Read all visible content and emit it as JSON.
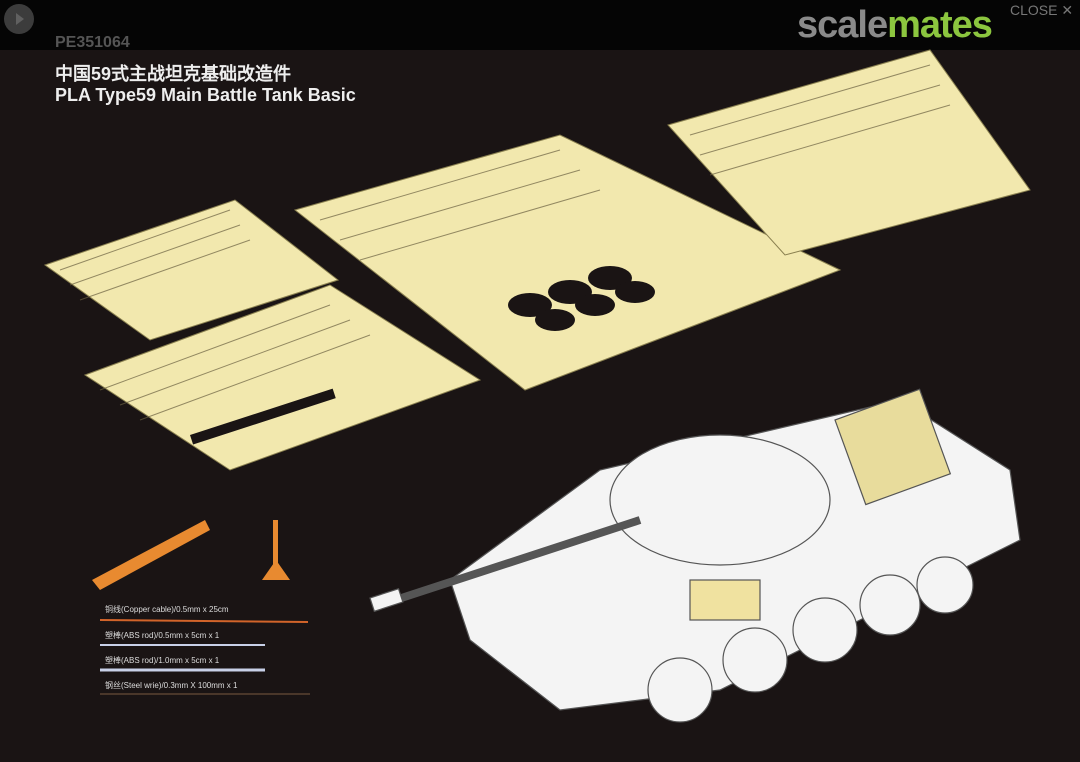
{
  "header": {
    "code": "PE351064",
    "title_cn": "中国59式主战坦克基础改造件",
    "title_en": "PLA Type59 Main Battle Tank Basic"
  },
  "logo": {
    "part1": "scale",
    "part2": "mates",
    "colors": {
      "gray": "#8a8a8a",
      "green": "#8cc63f"
    }
  },
  "overlay": {
    "close_label": "CLOSE",
    "close_icon": "close-icon",
    "play_icon": "play-icon"
  },
  "materials": [
    {
      "label": "铜线(Copper cable)/0.5mm x 25cm",
      "color": "#d2642a"
    },
    {
      "label": "塑棒(ABS rod)/0.5mm x 5cm x 1",
      "color": "#c8d0e8"
    },
    {
      "label": "塑棒(ABS rod)/1.0mm x 5cm x 1",
      "color": "#c8d0e8"
    },
    {
      "label": "钢丝(Steel wrie)/0.3mm X 100mm x 1",
      "color": "#7a5a40"
    }
  ],
  "colors": {
    "brass": "#f4eab0",
    "resin": "#e88a30",
    "background": "#1a1414"
  }
}
